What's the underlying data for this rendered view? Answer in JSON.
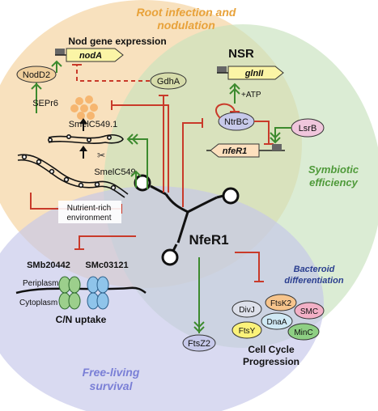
{
  "regions": {
    "root_infection": "Root infection and",
    "nodulation": "nodulation",
    "symbiotic": "Symbiotic",
    "efficiency": "efficiency",
    "free_living": "Free-living",
    "survival": "survival",
    "bacteroid": "Bacteroid",
    "differentiation": "differentiation"
  },
  "labels": {
    "nod_expression": "Nod gene expression",
    "nodA": "nodA",
    "nsr": "NSR",
    "glnII": "glnII",
    "atp": "+ATP",
    "ntrbc": "NtrBC",
    "lsrb": "LsrB",
    "nfer1_gene": "nfeR1",
    "gdha": "GdhA",
    "nodd2": "NodD2",
    "sepr6": "SEPr6",
    "smelc549_1": "SmelC549.1",
    "smelc549": "SmelC549",
    "nutrient_1": "Nutrient-rich",
    "nutrient_2": "environment",
    "nfer1": "NfeR1",
    "smb20442": "SMb20442",
    "smc03121": "SMc03121",
    "periplasm": "Periplasm",
    "cytoplasm": "Cytoplasm",
    "cn_uptake": "C/N uptake",
    "ftsz2": "FtsZ2",
    "divj": "DivJ",
    "ftsk2": "FtsK2",
    "dnaa": "DnaA",
    "smc": "SMC",
    "ftsy": "FtsY",
    "minc": "MinC",
    "cell_cycle": "Cell Cycle",
    "progression": "Progression"
  },
  "colors": {
    "orange_region": "#f6d9ad",
    "green_region": "#cfe5c4",
    "blue_region": "#c9cbe9",
    "orange_text": "#e8a23a",
    "green_text": "#4f9a3a",
    "blue_text": "#7a7fd6",
    "bacteroid_text": "#2a3e8f",
    "activate": "#3c8a2e",
    "inhibit": "#c93a2a"
  }
}
